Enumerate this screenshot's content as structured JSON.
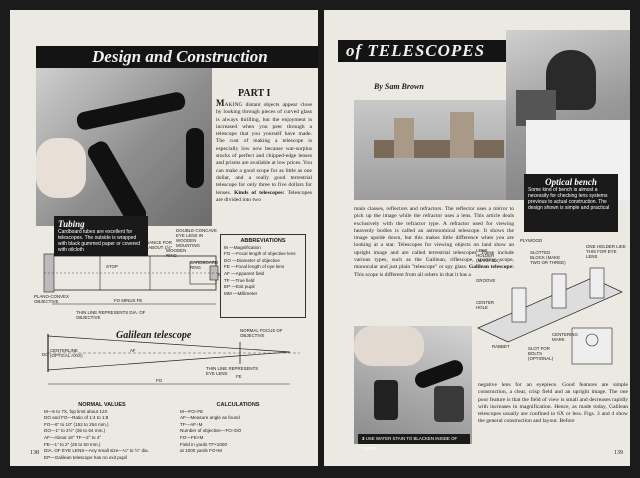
{
  "left_page": {
    "title": "Design and Construction",
    "part_heading": "PART I",
    "intro_dropcap": "M",
    "intro_text": "AKING distant objects appear close by looking through pieces of curved glass is always thrilling, but the enjoyment is increased when you peer through a telescope that you yourself have made. The cost of making a telescope is especially low now because war-surplus stocks of perfect and chipped-edge lenses and prisms are available at low prices. You can make a good scope for as little as one dollar, and a really good terrestrial telescope for only three to five dollars for lenses.",
    "kinds_heading": "Kinds of telescopes:",
    "kinds_text": "Telescopes are divided into two",
    "caption_title": "Tubing",
    "caption_text": "Cardboard tubes are excellent for telescopes. The outside is wrapped with black gummed paper or covered with oilcloth",
    "galilean_title": "Galilean telescope",
    "diagram_labels": {
      "cardboard_tube": "CARDBOARD TUBE",
      "allowance": "ALLOWANCE FOR DRAW ABOUT 1½\"",
      "double_concave": "DOUBLE-CONCAVE EYE LENS IN WOODEN MOUNTING",
      "wooden_ring": "WOODEN RING",
      "cardboard_ring": "CARDBOARD RING",
      "eye": "EYE",
      "stop": "STOP",
      "plano_convex": "PLANO-CONVEX OBJECTIVE",
      "fo_minus_fe": "FO MINUS FE",
      "thin_line_dia": "THIN LINE REPRESENTS DIA. OF OBJECTIVE",
      "centerline": "CENTERLINE (OPTICAL AXIS)",
      "normal_focus": "NORMAL FOCUS OF OBJECTIVE",
      "thin_line_eye": "THIN LINE REPRESENTS EYE LENS",
      "fo": "FO",
      "do": "DO",
      "af": "AF",
      "fe": "FE"
    },
    "abbreviations": {
      "heading": "ABBREVIATIONS",
      "items": [
        "M —Magnification",
        "FO —Focal length of objective lens",
        "DO —Diameter of objective",
        "FE —Focal length of eye lens",
        "AF —Apparent field",
        "TF —True field",
        "EP —Exit pupil",
        "MM —Millimeter"
      ]
    },
    "normal_values": {
      "heading": "NORMAL VALUES",
      "items": [
        "M—6 to 7X, fop limit about 12X",
        "DO and FO—Ratio of 1:4 to 1:8",
        "FO—6\" to 10\" (152 to 254 mm.)",
        "DO—1\" to 2½\" (25 to 64 mm.)",
        "AF—About 18°        TF—2° to 4°",
        "FE—1\" to 2\" (25 to 50 mm.)",
        "DIA. OF EYE LENS—Any small size—¼\" to ½\" dia.",
        "EP—Galilean telescope has no exit pupil"
      ]
    },
    "calculations": {
      "heading": "CALCULATIONS",
      "items": [
        "M—FO÷FE",
        "AF—Measure angle as found",
        "TF—AF÷M",
        "Number of objective—FO÷DO",
        "FO—FE×M",
        "Field in yards    TF×1000",
        "at 1000 yards     FO×M"
      ]
    },
    "page_number": "138"
  },
  "right_page": {
    "title": "of TELESCOPES",
    "byline": "By Sam Brown",
    "bench_caption_title": "Optical bench",
    "bench_caption_text": "Some kind of bench is almost a necessity for checking lens systems previous to actual construction. The design shown is simple and practical",
    "body_text": "main classes, reflectors and refractors. The reflector uses a mirror to pick up the image while the refractor uses a lens. This article deals exclusively with the refractor type. A refractor used for viewing heavenly bodies is called an astronomical telescope. It shows the image upside down, but this makes little difference when you are looking at a star. Telescopes for viewing objects on land show an upright image and are called terrestrial telescopes. These include various types, such as the Galilean, riflescope, spotting scope, monocular and just plain \"telescope\" or spy glass.",
    "galilean_heading": "Galilean telescope:",
    "galilean_text": "This scope is different from all others in that it has a",
    "body_text_2": "negative lens for an eyepiece. Good features are simple construction, a clear, crisp field and an upright image. The one poor feature is that the field of view is small and decreases rapidly with increases in magnification. Hence, as made today, Galilean telescopes usually are confined to 6X or less.",
    "body_text_3": "Figs. 3 and 4 show the general construction and layout. Before",
    "blacken_caption": "USE WATER STAIN TO BLACKEN INSIDE OF TUBES",
    "blacken_number": "3",
    "bench_labels": {
      "plywood": "PLYWOOD",
      "lens_holder": "LENS HOLDER (MAKE SIX)",
      "slotted_block": "SLOTTED BLOCK (MAKE TWO OR THREE)",
      "one_holder": "ONE HOLDER LIKE THIS FOR EYE LENS",
      "groove": "GROOVE",
      "center_hole": "CENTER HOLE",
      "centering_mark": "CENTERING MARK",
      "slot": "SLOT FOR BOLTS (OPTIONAL)",
      "rabbet": "RABBET"
    },
    "page_number": "139"
  }
}
